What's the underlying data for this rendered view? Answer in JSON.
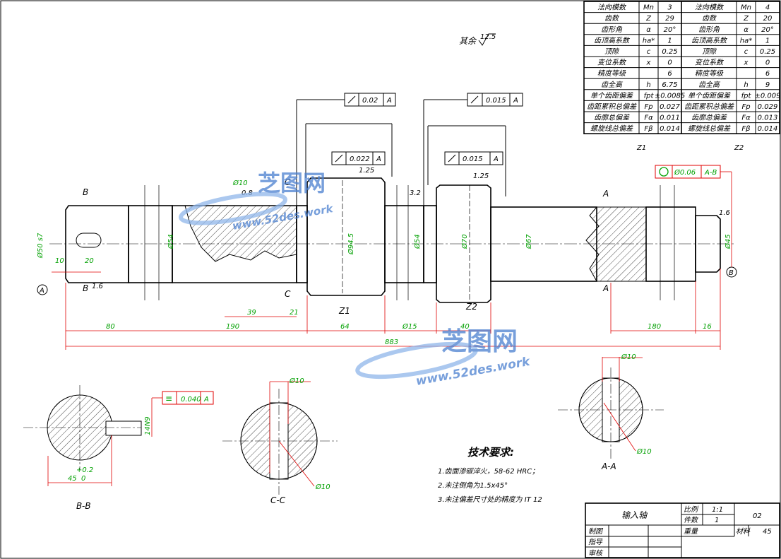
{
  "gear_table": {
    "rows": [
      [
        "法向模数",
        "Mn",
        "3",
        "法向模数",
        "Mn",
        "4"
      ],
      [
        "齿数",
        "Z",
        "29",
        "齿数",
        "Z",
        "20"
      ],
      [
        "齿形角",
        "α",
        "20°",
        "齿形角",
        "α",
        "20°"
      ],
      [
        "齿顶高系数",
        "ha*",
        "1",
        "齿顶高系数",
        "ha*",
        "1"
      ],
      [
        "顶隙",
        "c",
        "0.25",
        "顶隙",
        "c",
        "0.25"
      ],
      [
        "变位系数",
        "x",
        "0",
        "变位系数",
        "x",
        "0"
      ],
      [
        "精度等级",
        "",
        "6",
        "精度等级",
        "",
        "6"
      ],
      [
        "齿全高",
        "h",
        "6.75",
        "齿全高",
        "h",
        "9"
      ],
      [
        "单个齿距偏差",
        "fpt",
        "±0.0085",
        "单个齿距偏差",
        "fpt",
        "±0.009"
      ],
      [
        "齿距累积总偏差",
        "Fp",
        "0.027",
        "齿距累积总偏差",
        "Fp",
        "0.029"
      ],
      [
        "齿廓总偏差",
        "Fα",
        "0.011",
        "齿廓总偏差",
        "Fα",
        "0.013"
      ],
      [
        "螺旋线总偏差",
        "Fβ",
        "0.014",
        "螺旋线总偏差",
        "Fβ",
        "0.014"
      ]
    ],
    "z1_label": "Z1",
    "z2_label": "Z2"
  },
  "roughness_note": "其余",
  "roughness_value": "12.5",
  "tolerances": {
    "runout1_val": "0.02",
    "runout1_ref": "A",
    "runout2_val": "0.015",
    "runout2_ref": "A",
    "runout3_val": "0.022",
    "runout3_ref": "A",
    "runout4_val": "0.015",
    "runout4_ref": "A",
    "coax_val": "Ø0.06",
    "coax_ref": "A-B",
    "sym_val": "0.040",
    "sym_ref": "A"
  },
  "dims": {
    "d50": "Ø50 s7",
    "d54a": "Ø54",
    "d94": "Ø94.5",
    "d54b": "Ø54",
    "d70": "Ø70",
    "d67": "Ø67",
    "d45": "Ø45",
    "d10a": "Ø10",
    "l10": "10",
    "l20": "20",
    "l39": "39",
    "l21": "21",
    "l64": "64",
    "l15": "Ø15",
    "l40": "40",
    "l80": "80",
    "l190": "190",
    "l180": "180",
    "l16": "16",
    "total": "883",
    "cham1": "1.25",
    "cham2": "1.25",
    "cham3": "1.6",
    "r08": "0.8",
    "r32": "3.2",
    "r16": "1.6"
  },
  "labels": {
    "B1": "B",
    "B2": "B",
    "C1": "C",
    "C2": "C",
    "A1": "A",
    "A2": "A",
    "datumA": "A",
    "datumB": "B",
    "z1": "Z1",
    "z2": "Z2"
  },
  "sections": {
    "bb": "B-B",
    "cc": "C-C",
    "aa": "A-A",
    "bb_w": "14N9",
    "bb_d": "45",
    "bb_t": "+0.2",
    "bb_t2": "0",
    "cc_d1": "Ø10",
    "cc_d2": "Ø10",
    "aa_d1": "Ø10",
    "aa_d2": "Ø10"
  },
  "tech": {
    "title": "技术要求:",
    "items": [
      "1.齿面渗碳淬火，58-62 HRC；",
      "2.未注倒角为1.5x45°",
      "3.未注偏差尺寸处的精度为 IT 12"
    ]
  },
  "title_block": {
    "name": "输入轴",
    "scale_label": "比例",
    "scale": "1:1",
    "qty_label": "件数",
    "qty": "1",
    "drawing_no": "02",
    "weight_label": "重量",
    "material_label": "材料",
    "material": "45",
    "drawn": "制图",
    "guide": "指导",
    "check": "审核"
  },
  "watermark": {
    "brand": "芝图网",
    "url": "www.52des.work"
  }
}
